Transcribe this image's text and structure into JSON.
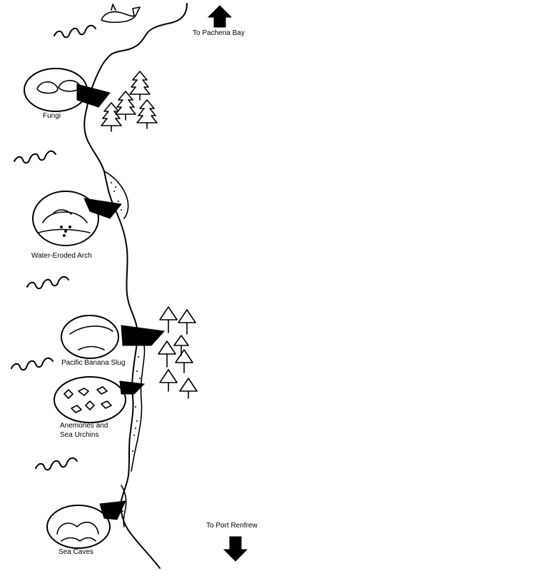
{
  "map": {
    "directions": {
      "north": "To Pachena Bay",
      "south": "To Port Renfrew"
    },
    "landmarks": [
      {
        "id": "fungi",
        "label": "Fungi"
      },
      {
        "id": "arch",
        "label": "Water-Eroded Arch"
      },
      {
        "id": "slug",
        "label": "Pacific Banana Slug"
      },
      {
        "id": "anemones",
        "label": "Anemones and\nSea Urchins"
      },
      {
        "id": "caves",
        "label": "Sea Caves"
      }
    ]
  },
  "colors": {
    "ink": "#000000",
    "paper": "#ffffff"
  }
}
